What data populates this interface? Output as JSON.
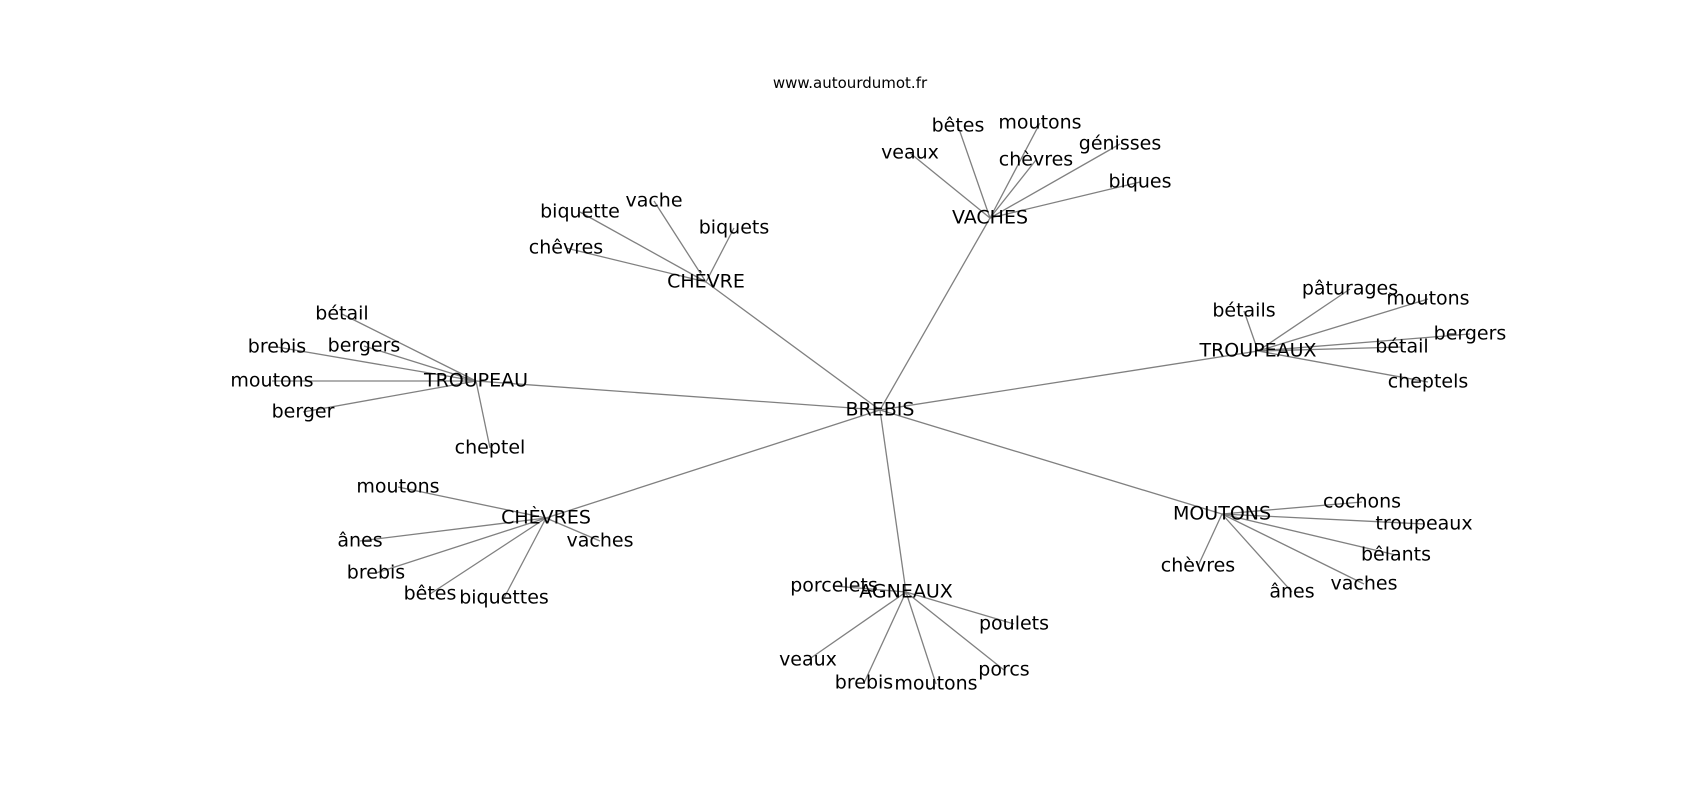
{
  "source": "www.autourdumot.fr",
  "graph": {
    "center": "BREBIS",
    "groups": [
      {
        "hub": "VACHES",
        "leaves": [
          "veaux",
          "bêtes",
          "moutons",
          "chèvres",
          "génisses",
          "biques"
        ]
      },
      {
        "hub": "CHÈVRE",
        "leaves": [
          "biquette",
          "vache",
          "biquets",
          "chêvres"
        ]
      },
      {
        "hub": "TROUPEAU",
        "leaves": [
          "bétail",
          "brebis",
          "bergers",
          "moutons",
          "berger",
          "cheptel"
        ]
      },
      {
        "hub": "TROUPEAUX",
        "leaves": [
          "bétails",
          "pâturages",
          "moutons",
          "bergers",
          "bétail",
          "cheptels"
        ]
      },
      {
        "hub": "CHÈVRES",
        "leaves": [
          "moutons",
          "ânes",
          "vaches",
          "brebis",
          "bêtes",
          "biquettes"
        ]
      },
      {
        "hub": "AGNEAUX",
        "leaves": [
          "porcelets",
          "poulets",
          "veaux",
          "brebis",
          "moutons",
          "porcs"
        ]
      },
      {
        "hub": "MOUTONS",
        "leaves": [
          "cochons",
          "troupeaux",
          "bêlants",
          "chèvres",
          "ânes",
          "vaches"
        ]
      }
    ]
  }
}
